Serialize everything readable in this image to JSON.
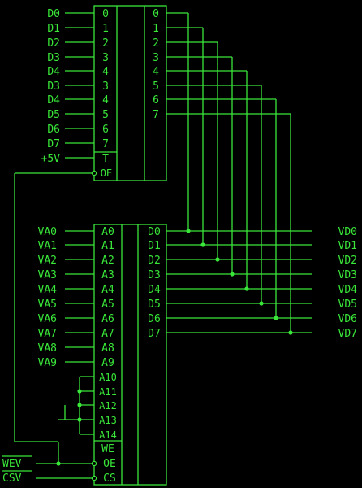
{
  "colors": {
    "background": "#000000",
    "trace": "#39e639"
  },
  "latch": {
    "inputs": [
      "D0",
      "D1",
      "D2",
      "D3",
      "D4",
      "D3",
      "D4",
      "D5",
      "D6",
      "D7"
    ],
    "left_pins": [
      "0",
      "1",
      "2",
      "3",
      "4",
      "3",
      "4",
      "5",
      "6",
      "7",
      "T",
      "OE"
    ],
    "right_pins": [
      "0",
      "1",
      "2",
      "3",
      "4",
      "5",
      "6",
      "7"
    ],
    "supply": "+5V"
  },
  "ram": {
    "addr_inputs": [
      "VA0",
      "VA1",
      "VA2",
      "VA3",
      "VA4",
      "VA5",
      "VA6",
      "VA7",
      "VA8",
      "VA9"
    ],
    "addr_pins": [
      "A0",
      "A1",
      "A2",
      "A3",
      "A4",
      "A5",
      "A6",
      "A7",
      "A8",
      "A9",
      "A10",
      "A11",
      "A12",
      "A13",
      "A14"
    ],
    "control_pins": [
      "WE",
      "OE",
      "CS"
    ],
    "data_pins": [
      "D0",
      "D1",
      "D2",
      "D3",
      "D4",
      "D5",
      "D6",
      "D7"
    ],
    "data_outputs": [
      "VD0",
      "VD1",
      "VD2",
      "VD3",
      "VD4",
      "VD5",
      "VD6",
      "VD7"
    ]
  },
  "controls": {
    "write_enable": "WEV",
    "chip_select": "CSV"
  }
}
